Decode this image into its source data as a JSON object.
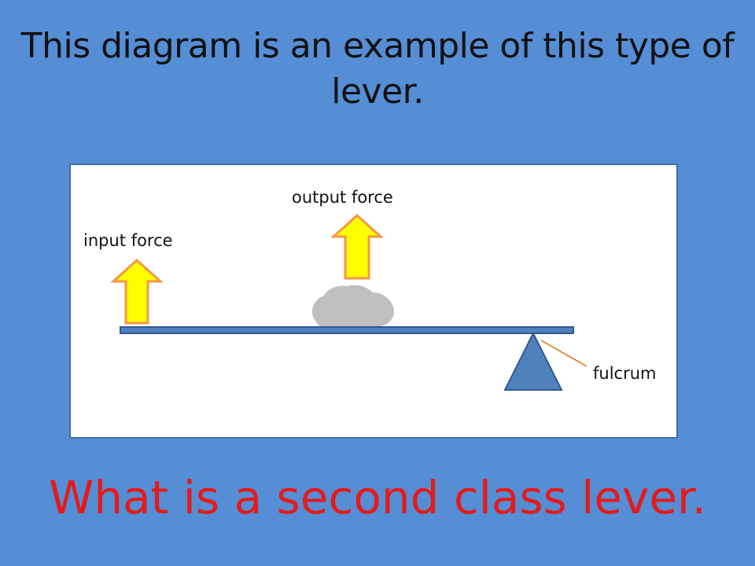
{
  "slide": {
    "title": "This diagram is an example of this type of lever.",
    "answer": "What is a second class lever."
  },
  "diagram": {
    "labels": {
      "input_force": "input force",
      "output_force": "output force",
      "fulcrum": "fulcrum"
    }
  },
  "colors": {
    "background": "#558ed5",
    "title_text": "#111111",
    "answer_text": "#e31b1b",
    "arrow_fill": "#ffff00",
    "arrow_stroke": "#f79646",
    "lever_bar": "#4f81bd",
    "fulcrum": "#4f81bd",
    "rock": "#bfbfbf",
    "leader_line": "#e46c0a"
  }
}
